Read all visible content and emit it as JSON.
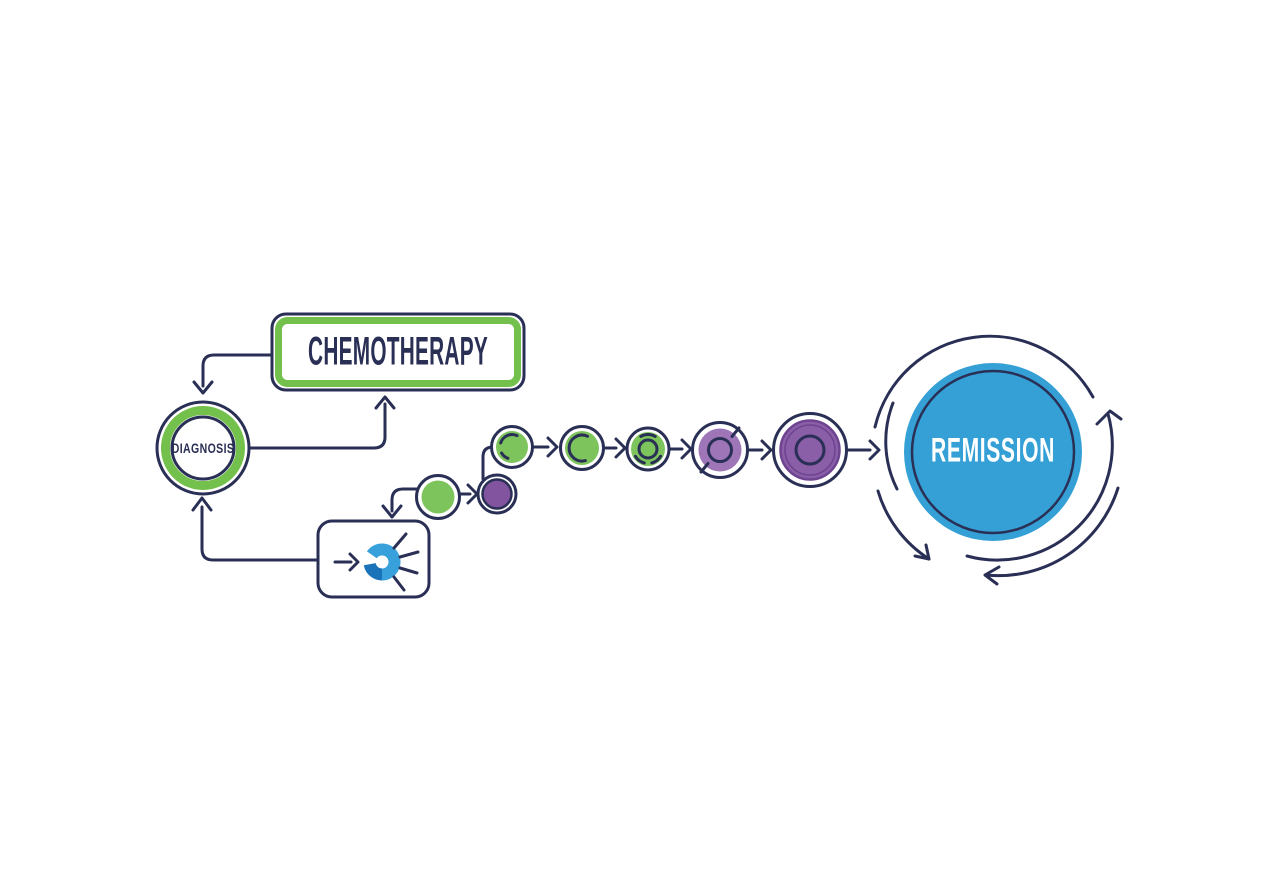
{
  "meta": {
    "description": "Flow diagram of a cancer treatment cycle: diagnosis leads to chemotherapy, cancer cells shrink step by step, ending in remission; a targeted-treatment step loops back to diagnosis."
  },
  "palette": {
    "navy": "#2a2f55",
    "green": "#74c04c",
    "green_cell": "#7dc45d",
    "purple_deep": "#82539e",
    "purple_light": "#9e76b8",
    "purple_mid": "#8a5fa8",
    "purple_dark": "#6e4390",
    "blue": "#35a0d6",
    "blue_light": "#38a1dc",
    "blue_dark": "#1a73b8",
    "background": "#ffffff"
  },
  "nodes": {
    "diagnosis": {
      "label": "DIAGNOSIS",
      "shape": "double-ring-circle",
      "ring_color": "#74c04c"
    },
    "chemotherapy": {
      "label": "CHEMOTHERAPY",
      "shape": "rounded-rectangle",
      "border_color": "#74c04c"
    },
    "treatment": {
      "label": "",
      "shape": "rounded-rectangle",
      "icon": "targeted-cell-icon"
    },
    "remission": {
      "label": "REMISSION",
      "shape": "filled-circle",
      "fill_color": "#35a0d6"
    }
  },
  "cell_sequence": [
    {
      "order": 1,
      "color": "green",
      "size": "small",
      "detail": "plain"
    },
    {
      "order": 2,
      "color": "purple",
      "size": "small",
      "detail": "outlined"
    },
    {
      "order": 3,
      "color": "green",
      "size": "medium",
      "detail": "open-arc"
    },
    {
      "order": 4,
      "color": "green",
      "size": "medium",
      "detail": "open-ring"
    },
    {
      "order": 5,
      "color": "green",
      "size": "medium",
      "detail": "nucleus-and-dashes"
    },
    {
      "order": 6,
      "color": "purple",
      "size": "medium",
      "detail": "nucleus-and-ticks"
    },
    {
      "order": 7,
      "color": "purple",
      "size": "large",
      "detail": "double-ring-nucleus"
    }
  ],
  "connections": [
    {
      "from": "chemotherapy",
      "to": "diagnosis",
      "style": "elbow-arrow"
    },
    {
      "from": "diagnosis",
      "to": "chemotherapy",
      "style": "elbow-arrow"
    },
    {
      "from": "treatment",
      "to": "diagnosis",
      "style": "elbow-arrow"
    },
    {
      "from": "cell-1",
      "to": "treatment",
      "style": "elbow-arrow"
    },
    {
      "from": "cell-1",
      "to": "cell-2",
      "style": "arrow"
    },
    {
      "from": "cell-2",
      "to": "cell-3",
      "style": "elbow"
    },
    {
      "from": "cell-3",
      "to": "cell-4",
      "style": "arrow"
    },
    {
      "from": "cell-4",
      "to": "cell-5",
      "style": "arrow"
    },
    {
      "from": "cell-5",
      "to": "cell-6",
      "style": "arrow"
    },
    {
      "from": "cell-6",
      "to": "cell-7",
      "style": "arrow"
    },
    {
      "from": "cell-7",
      "to": "remission",
      "style": "arrow"
    }
  ]
}
